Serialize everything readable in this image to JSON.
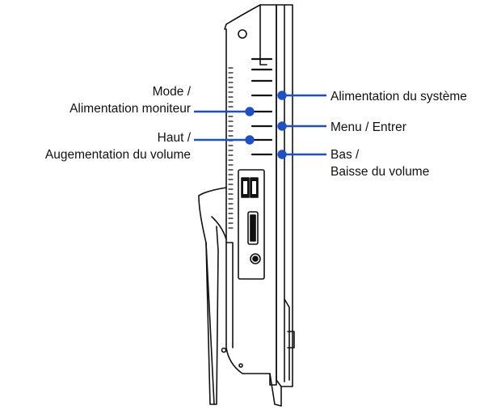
{
  "colors": {
    "callout": "#1f4fc6",
    "line_art": "#111111",
    "background": "#ffffff"
  },
  "labels": {
    "mode": {
      "line1": "Mode /",
      "line2": "Alimentation moniteur"
    },
    "up": {
      "line1": "Haut /",
      "line2": "Augementation du volume"
    },
    "system_power": {
      "line1": "Alimentation du système"
    },
    "menu": {
      "line1": "Menu / Entrer"
    },
    "down": {
      "line1": "Bas /",
      "line2": "Baisse du volume"
    }
  }
}
